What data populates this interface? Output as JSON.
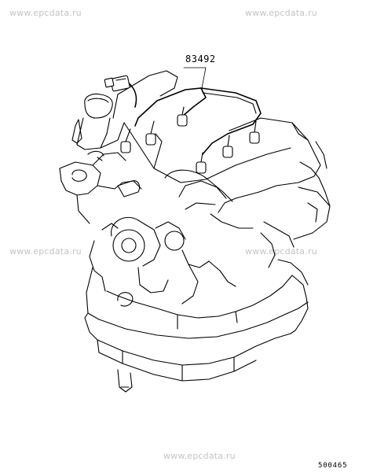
{
  "watermarks": [
    "www.epcdata.ru",
    "www.epcdata.ru",
    "www.epcdata.ru",
    "www.epcdata.ru",
    "www.epcdata.ru"
  ],
  "callouts": [
    {
      "part_number": "83492"
    }
  ],
  "diagram_id": "500465"
}
